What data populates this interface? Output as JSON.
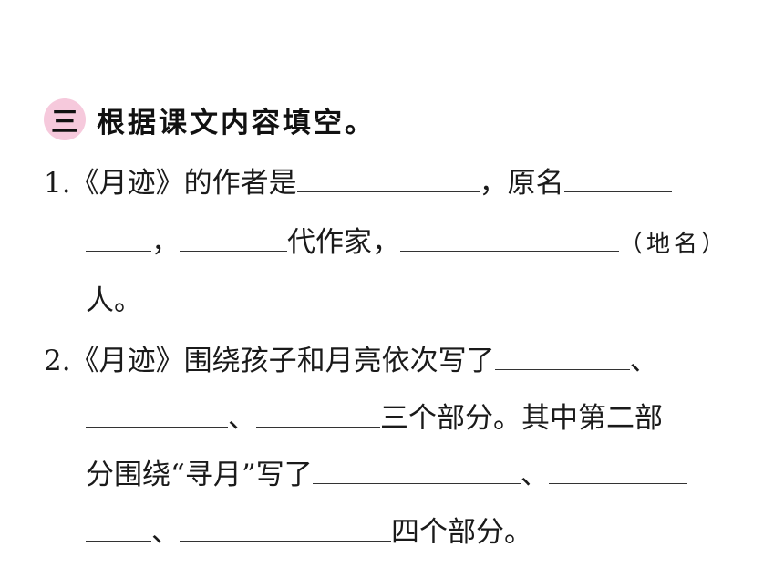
{
  "section": {
    "number": "三",
    "title": "根据课文内容填空。"
  },
  "q1": {
    "number": "1.",
    "text_a": "《月迹》的作者是",
    "text_b": "，原名",
    "text_c": "，",
    "text_d": "代作家，",
    "note": "（地名）",
    "text_e": "人。"
  },
  "q2": {
    "number": "2.",
    "text_a": "《月迹》围绕孩子和月亮依次写了",
    "sep1": "、",
    "sep2": "、",
    "text_b": "三个部分。其中第二部",
    "text_c": "分围绕“寻月”写了",
    "sep3": "、",
    "sep4": "、",
    "text_d": "四个部分。"
  }
}
